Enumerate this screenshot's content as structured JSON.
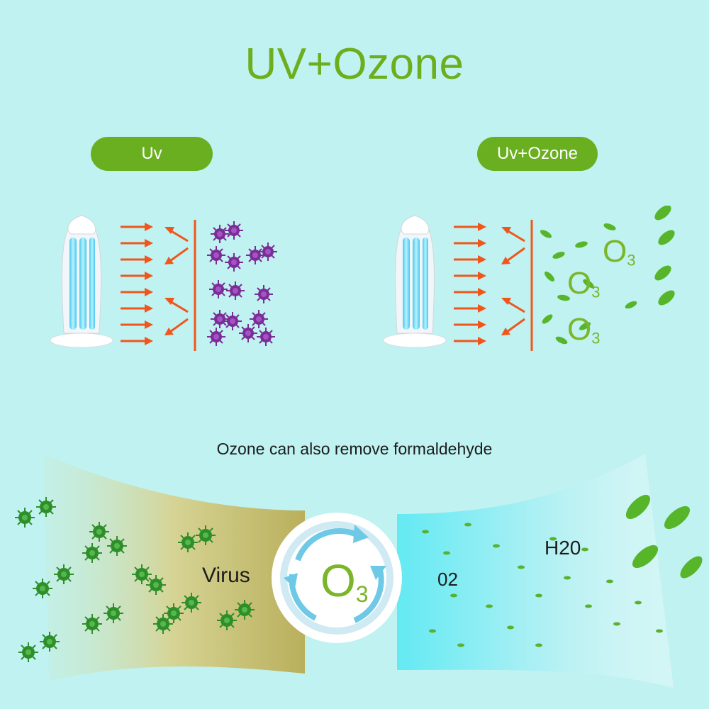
{
  "header": {
    "title": "UV+Ozone"
  },
  "buttons": {
    "uv_label": "Uv",
    "uv_ozone_label": "Uv+Ozone"
  },
  "ozone_labels": {
    "o3_letter": "O",
    "o3_sub": "3"
  },
  "caption": "Ozone can also remove formaldehyde",
  "bottom": {
    "virus_label": "Virus",
    "o3_letter": "O",
    "o3_sub": "3",
    "o2_label": "02",
    "h2o_label": "H20"
  },
  "colors": {
    "accent_green": "#6aaf1f",
    "arrow_orange": "#f0561c",
    "virus_purple": "#7a2d96",
    "virus_green": "#2e8f2a",
    "background": "#bff2f0"
  },
  "icons": [
    "uv-lamp-icon",
    "arrow-right-icon",
    "virus-icon",
    "leaf-icon",
    "o3-cycle-icon"
  ]
}
